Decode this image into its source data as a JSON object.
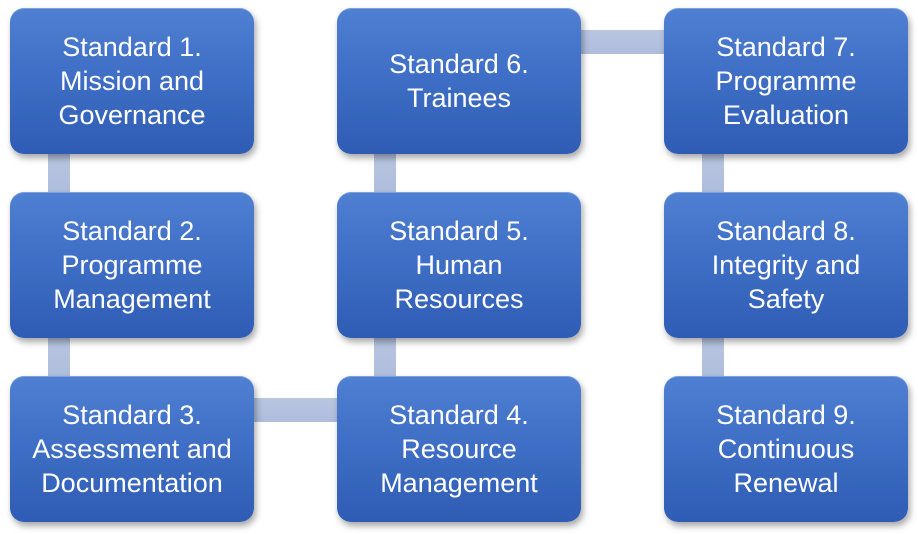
{
  "diagram": {
    "standards": [
      {
        "line1": "Standard 1.",
        "line2": "Mission and",
        "line3": "Governance"
      },
      {
        "line1": "Standard 2.",
        "line2": "Programme",
        "line3": "Management"
      },
      {
        "line1": "Standard 3.",
        "line2": "Assessment and",
        "line3": "Documentation"
      },
      {
        "line1": "Standard 4.",
        "line2": "Resource",
        "line3": "Management"
      },
      {
        "line1": "Standard 5.",
        "line2": "Human",
        "line3": "Resources"
      },
      {
        "line1": "Standard 6.",
        "line2": "Trainees",
        "line3": ""
      },
      {
        "line1": "Standard 7.",
        "line2": "Programme",
        "line3": "Evaluation"
      },
      {
        "line1": "Standard 8.",
        "line2": "Integrity and",
        "line3": "Safety"
      },
      {
        "line1": "Standard 9.",
        "line2": "Continuous",
        "line3": "Renewal"
      }
    ],
    "colors": {
      "box_top": "#4f80d2",
      "box_bottom": "#2f5cb4",
      "connector": "#b9c6e2",
      "text": "#ffffff"
    }
  }
}
